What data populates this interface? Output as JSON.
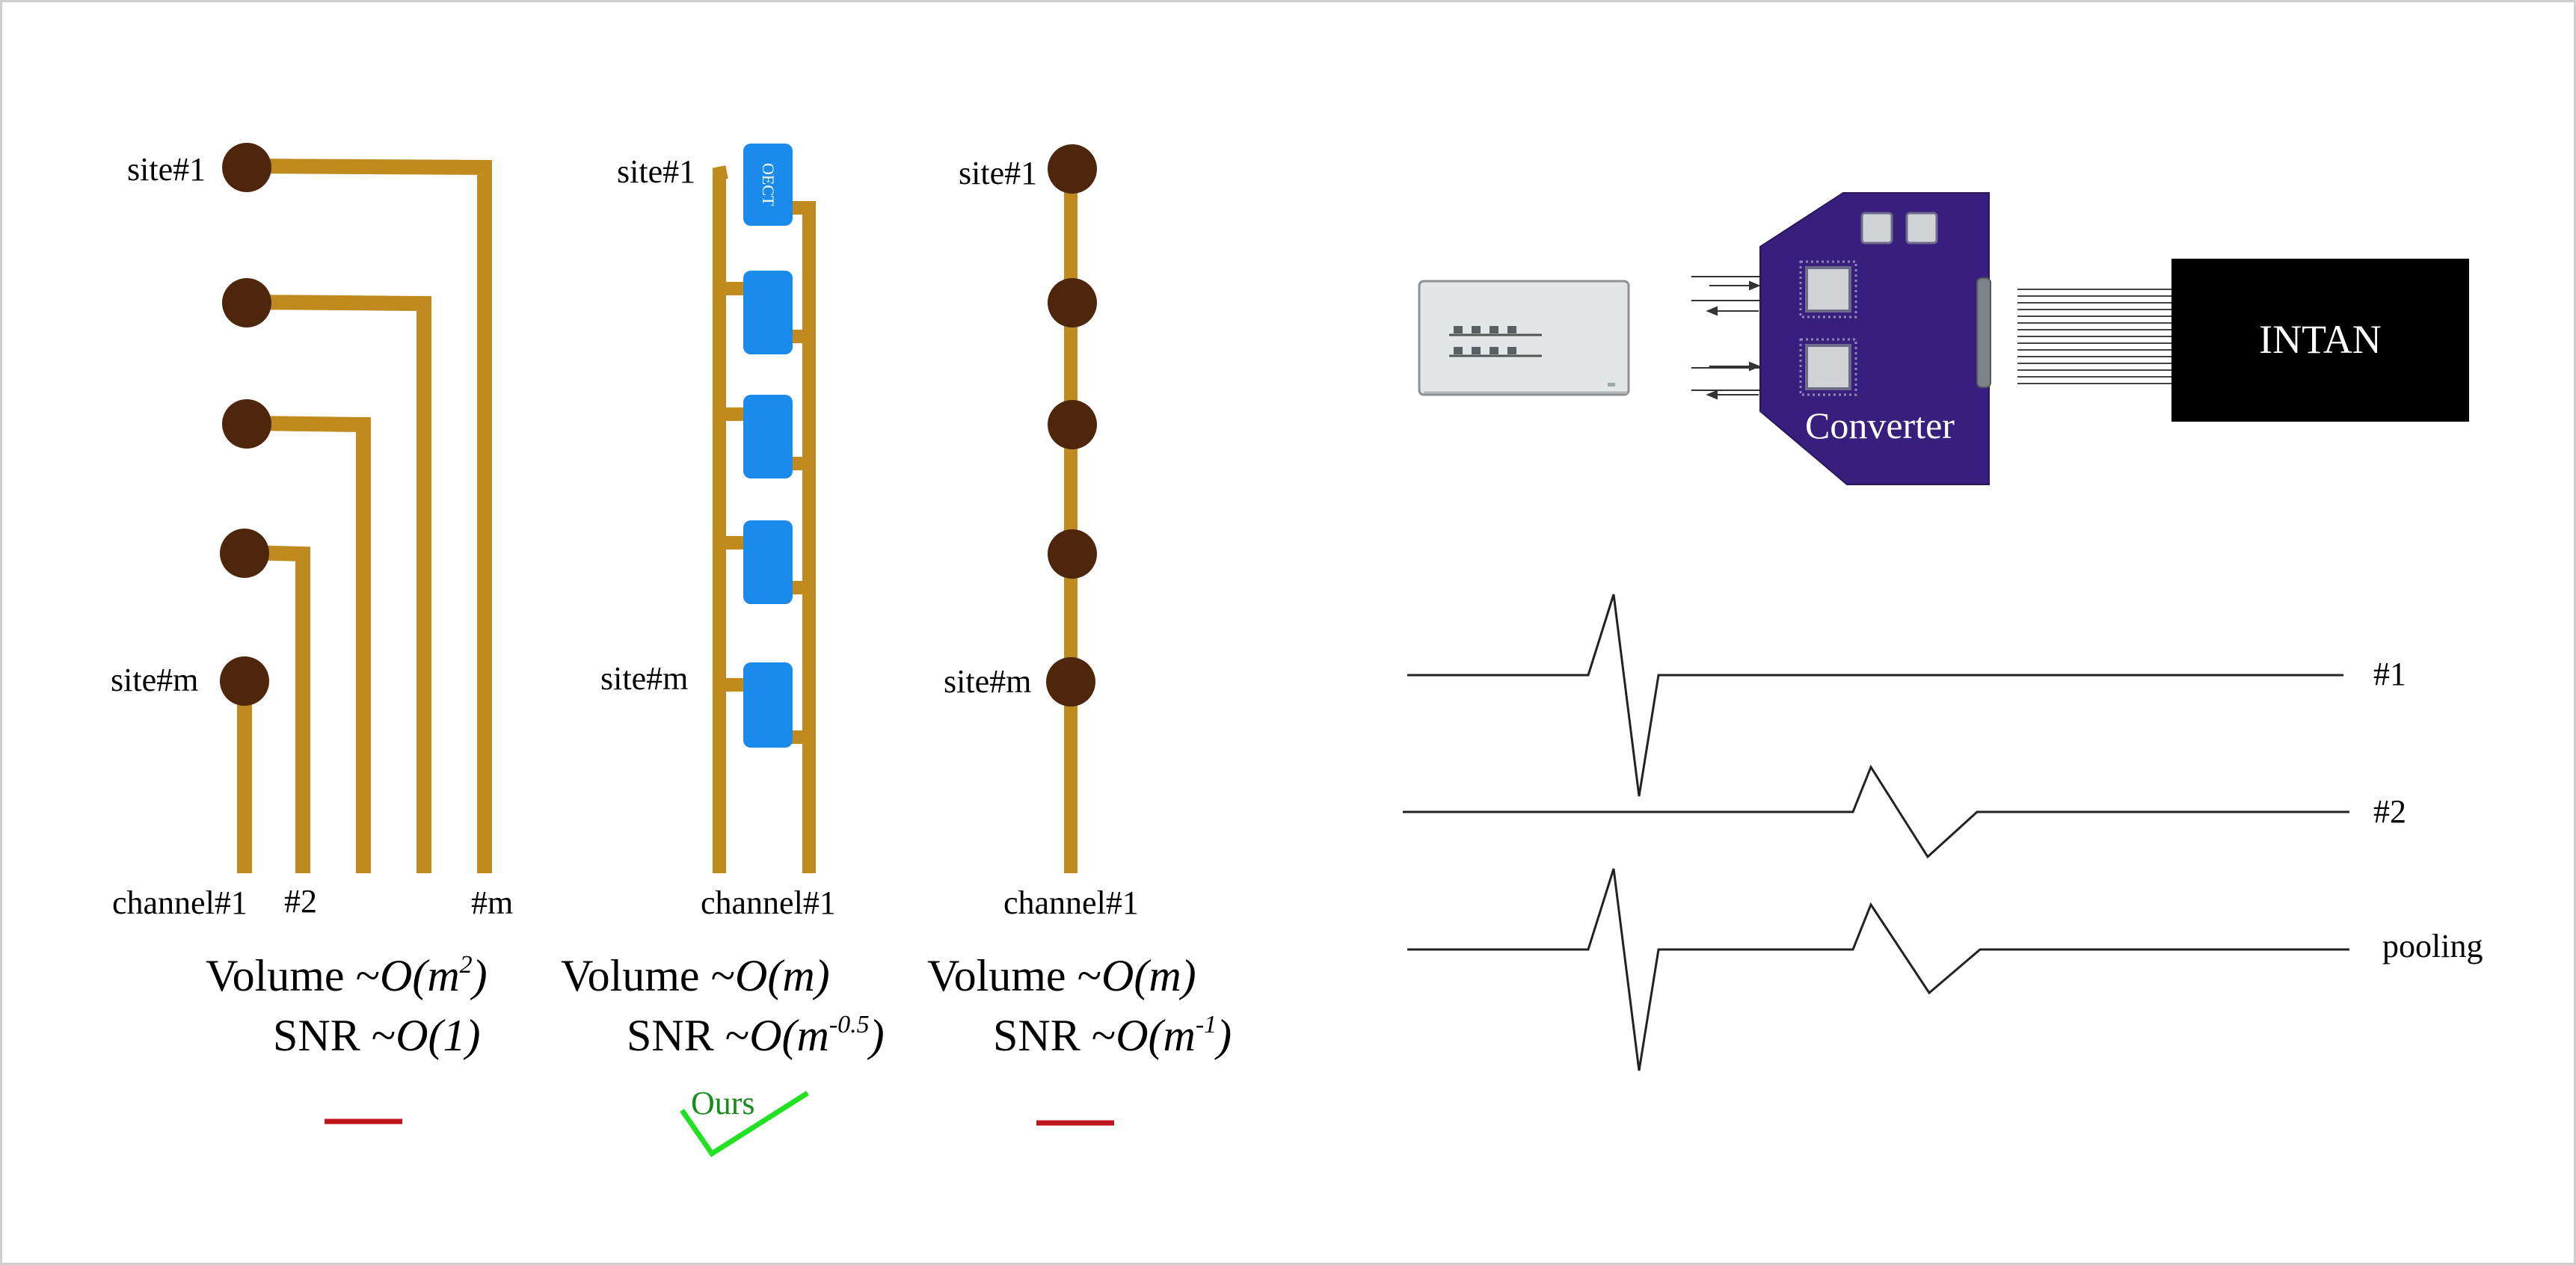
{
  "colors": {
    "trace": "#C18A1F",
    "site": "#4E260C",
    "oect": "#1A8BEA",
    "board": "#37207D",
    "intan": "#000000",
    "check": "#22E022",
    "ours_text": "#1A8A1A",
    "dash": "#C0141C"
  },
  "panel_a": {
    "site_first": "site#1",
    "site_last": "site#m",
    "channel_first": "channel#1",
    "channel_second": "#2",
    "channel_last": "#m",
    "volume_prefix": "Volume ~",
    "volume_expr": "O(m",
    "volume_sup": "2",
    "volume_close": ")",
    "snr_prefix": "SNR ~",
    "snr_expr": "O(1)"
  },
  "panel_b": {
    "site_first": "site#1",
    "site_last": "site#m",
    "oect_label": "OECT",
    "channel_first": "channel#1",
    "volume_prefix": "Volume ~",
    "volume_expr": "O(m)",
    "snr_prefix": "SNR ~",
    "snr_expr": "O(m",
    "snr_sup": "-0.5",
    "snr_close": ")",
    "badge": "Ours"
  },
  "panel_c": {
    "site_first": "site#1",
    "site_last": "site#m",
    "channel_first": "channel#1",
    "volume_prefix": "Volume ~",
    "volume_expr": "O(m)",
    "snr_prefix": "SNR ~",
    "snr_expr": "O(m",
    "snr_sup": "-1",
    "snr_close": ")"
  },
  "hardware": {
    "converter_label": "Converter",
    "intan_label": "INTAN"
  },
  "signals": {
    "trace1_label": "#1",
    "trace2_label": "#2",
    "trace3_label": "pooling"
  }
}
